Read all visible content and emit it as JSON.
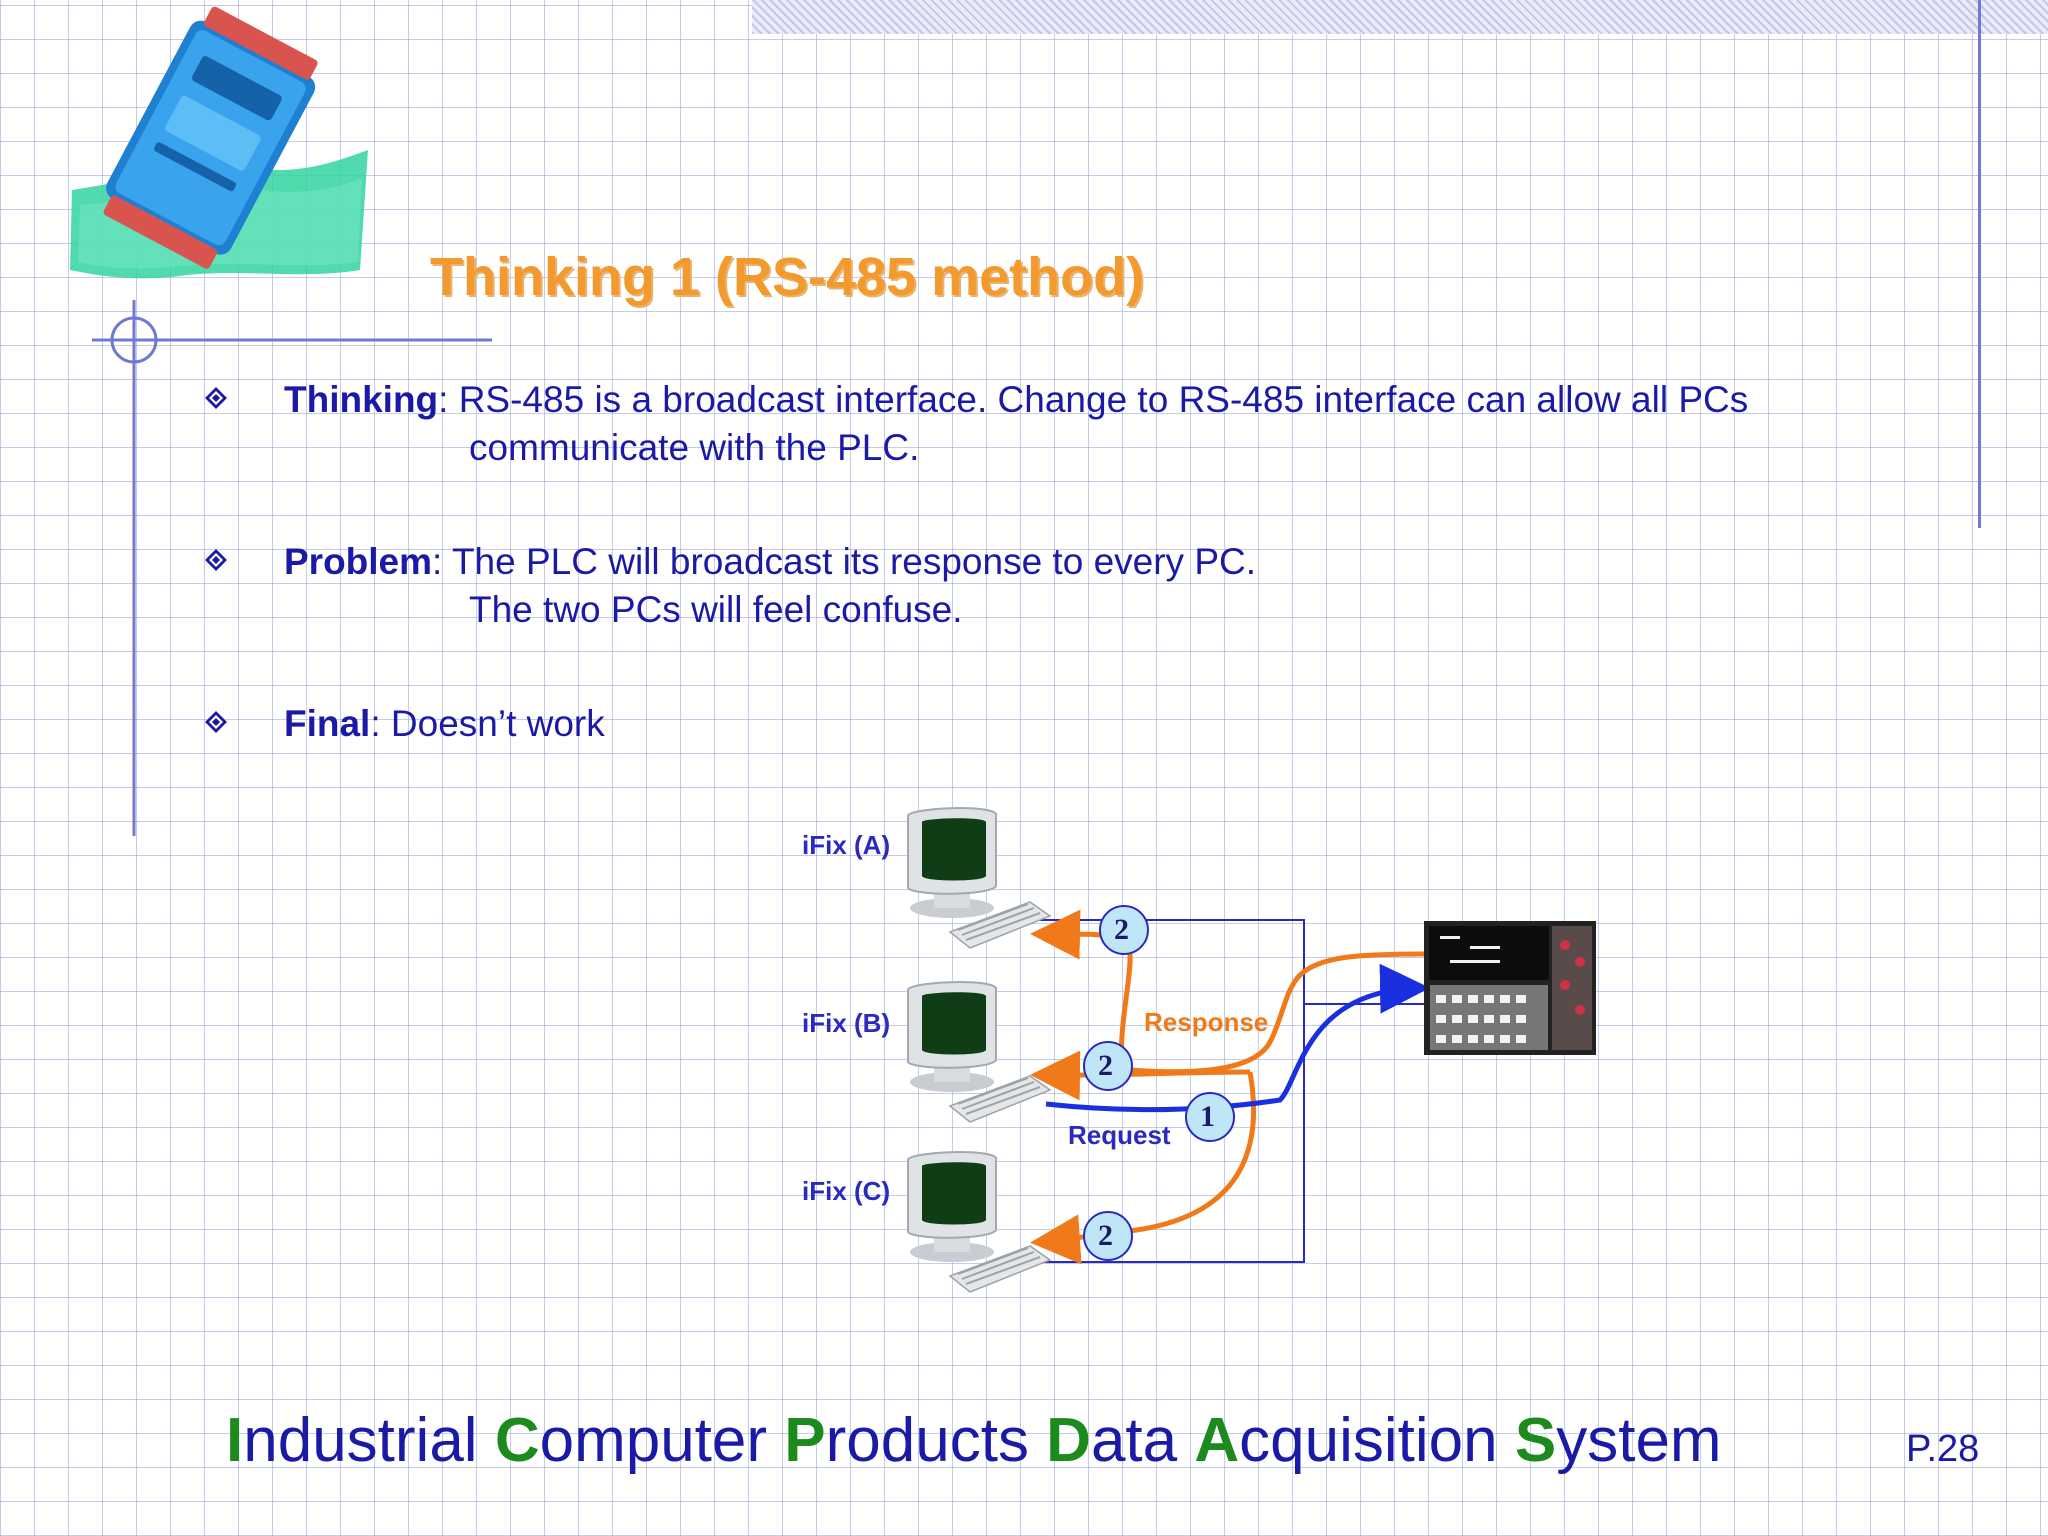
{
  "slide": {
    "title": "Thinking 1 (RS-485 method)",
    "bullets": [
      {
        "label": "Thinking",
        "text": ": RS-485 is a broadcast interface. Change to RS-485 interface can allow all PCs",
        "continuation": "communicate with the PLC."
      },
      {
        "label": "Problem",
        "text": ": The PLC will broadcast its response to every PC.",
        "continuation": "The two PCs will feel confuse."
      },
      {
        "label": "Final",
        "text": ": Doesn’t work",
        "continuation": ""
      }
    ],
    "footer": {
      "parts": [
        {
          "cap": "I",
          "rest": "ndustrial "
        },
        {
          "cap": "C",
          "rest": "omputer "
        },
        {
          "cap": "P",
          "rest": "roducts "
        },
        {
          "cap": "D",
          "rest": "ata "
        },
        {
          "cap": "A",
          "rest": "cquisition "
        },
        {
          "cap": "S",
          "rest": "ystem"
        }
      ]
    },
    "page_number": "P.28"
  },
  "diagram": {
    "pcs": [
      {
        "label": "iFix (A)",
        "step": "2"
      },
      {
        "label": "iFix (B)",
        "step": "2"
      },
      {
        "label": "iFix (C)",
        "step": "2"
      }
    ],
    "request_step": "1",
    "response_label": "Response",
    "request_label": "Request"
  },
  "colors": {
    "title": "#f39a2e",
    "body_text": "#1a1aa6",
    "footer_caps": "#1d8a1d",
    "response_line": "#f07a1a",
    "request_line": "#1a2fe0",
    "bus_line": "#2a2ac0",
    "badge_fill": "#bfe6f6"
  },
  "icons": [
    "ethernet-module-icon",
    "diamond-bullet-icon",
    "pc-icon",
    "plc-icon"
  ]
}
